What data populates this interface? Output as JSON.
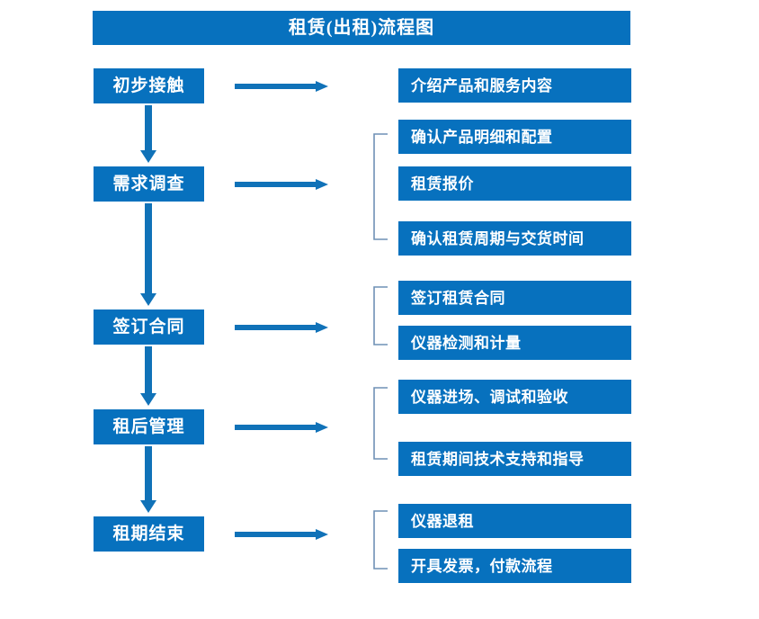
{
  "title": "租赁(出租)流程图",
  "colors": {
    "box_fill": "#0771be",
    "box_text": "#ffffff",
    "arrow": "#1072b8",
    "bracket": "#6f91b5",
    "background": "#ffffff"
  },
  "chart_data": {
    "type": "diagram",
    "title": "租赁(出租)流程图",
    "orientation": "vertical-with-branches",
    "stages": [
      {
        "label": "初步接触",
        "details": [
          "介绍产品和服务内容"
        ],
        "bracketed": false
      },
      {
        "label": "需求调查",
        "details": [
          "确认产品明细和配置",
          "租赁报价",
          "确认租赁周期与交货时间"
        ],
        "bracketed": true
      },
      {
        "label": "签订合同",
        "details": [
          "签订租赁合同",
          "仪器检测和计量"
        ],
        "bracketed": true
      },
      {
        "label": "租后管理",
        "details": [
          "仪器进场、调试和验收",
          "租赁期间技术支持和指导"
        ],
        "bracketed": true
      },
      {
        "label": "租期结束",
        "details": [
          "仪器退租",
          "开具发票，付款流程"
        ],
        "bracketed": true
      }
    ]
  },
  "stages": {
    "s0": {
      "label": "初步接触"
    },
    "s1": {
      "label": "需求调查"
    },
    "s2": {
      "label": "签订合同"
    },
    "s3": {
      "label": "租后管理"
    },
    "s4": {
      "label": "租期结束"
    }
  },
  "details": {
    "d0": "介绍产品和服务内容",
    "d1": "确认产品明细和配置",
    "d2": "租赁报价",
    "d3": "确认租赁周期与交货时间",
    "d4": "签订租赁合同",
    "d5": "仪器检测和计量",
    "d6": "仪器进场、调试和验收",
    "d7": "租赁期间技术支持和指导",
    "d8": "仪器退租",
    "d9": "开具发票，付款流程"
  },
  "icons": {
    "right_arrow": "right-arrow-icon",
    "down_arrow": "down-arrow-icon",
    "bracket": "group-bracket-icon"
  }
}
